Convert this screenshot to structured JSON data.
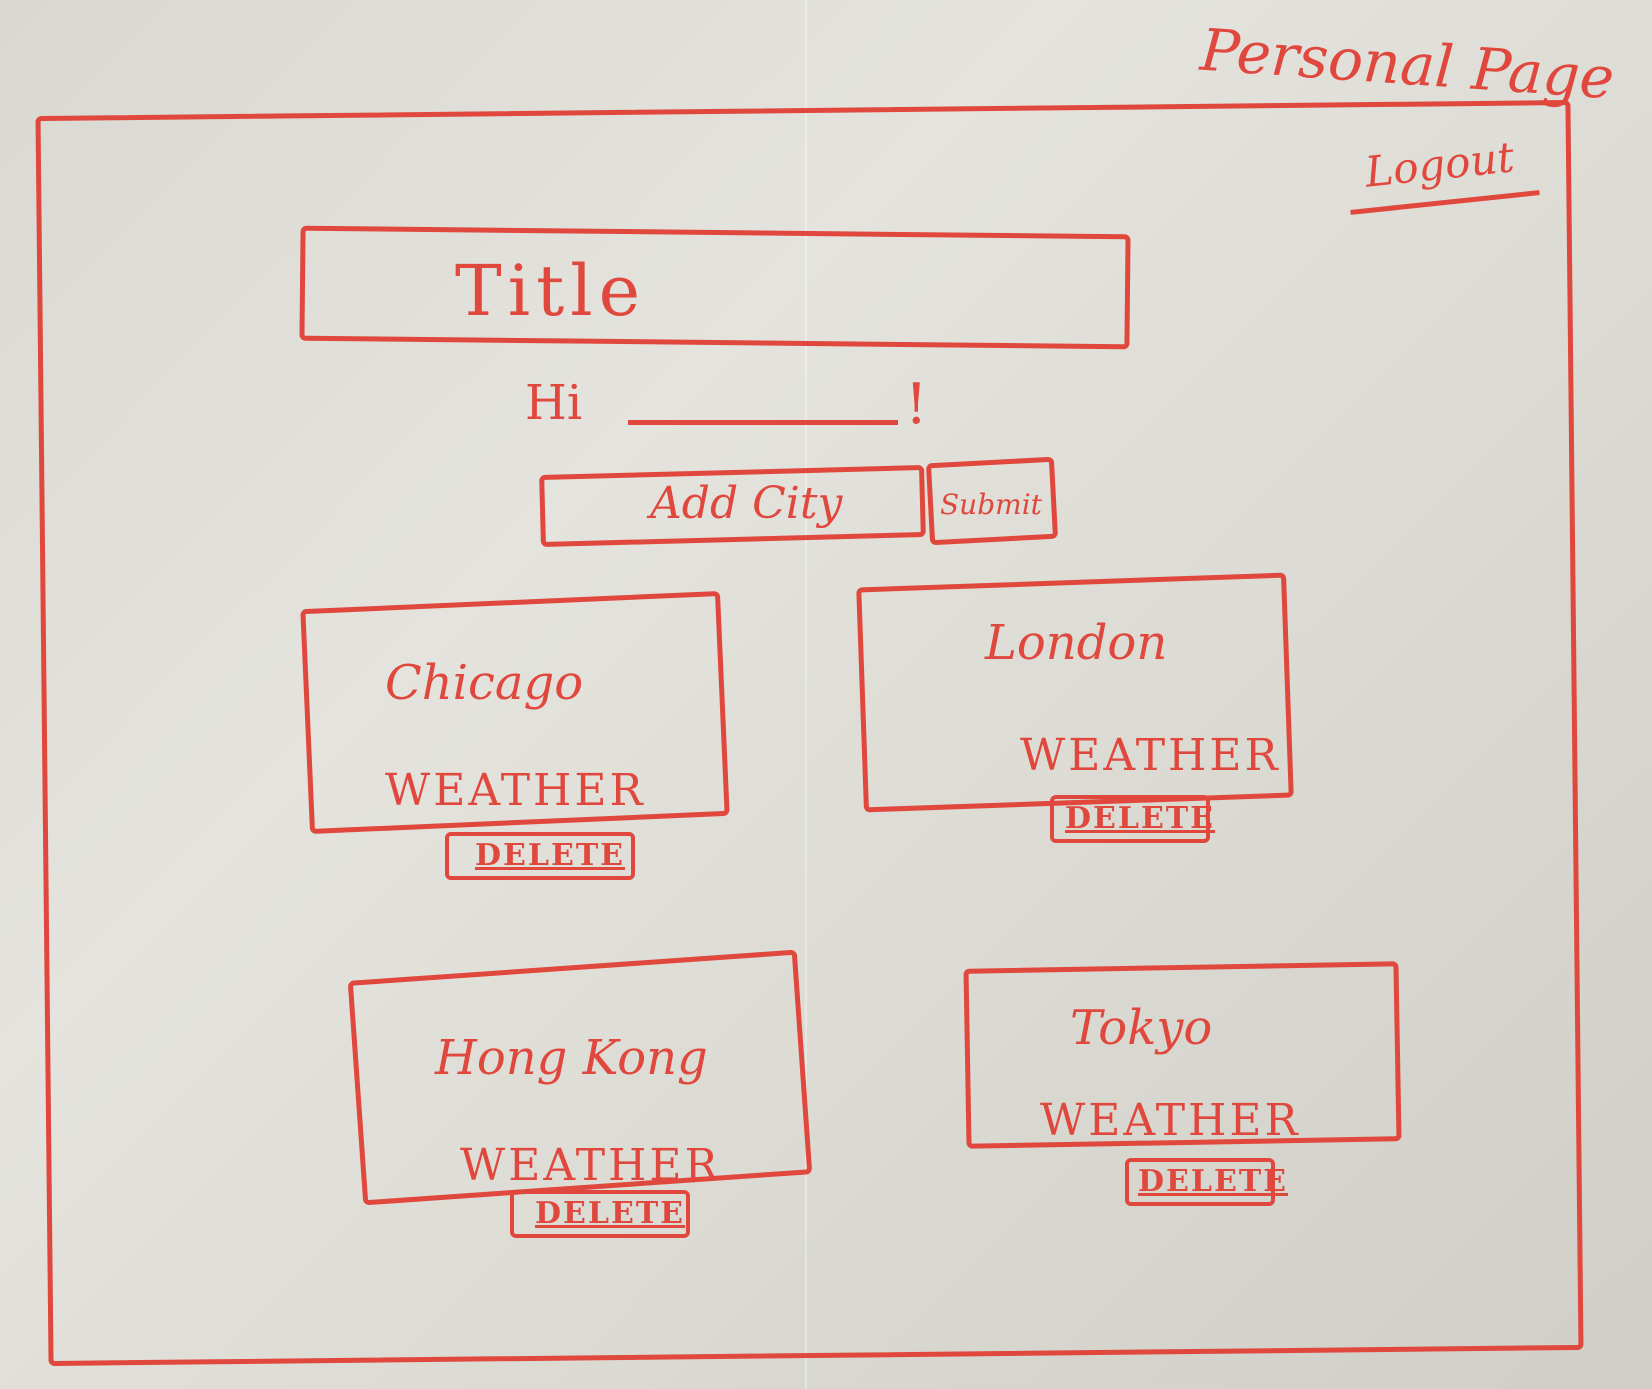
{
  "page_label": "Personal Page",
  "header": {
    "logout_label": "Logout"
  },
  "title": {
    "text": "Title"
  },
  "greeting": {
    "prefix": "Hi",
    "suffix": "!"
  },
  "add_city": {
    "placeholder": "Add City",
    "submit_label": "Submit"
  },
  "cards": [
    {
      "city": "Chicago",
      "weather_label": "WEATHER",
      "delete_label": "DELETE"
    },
    {
      "city": "London",
      "weather_label": "WEATHER",
      "delete_label": "DELETE"
    },
    {
      "city": "Hong Kong",
      "weather_label": "WEATHER",
      "delete_label": "DELETE"
    },
    {
      "city": "Tokyo",
      "weather_label": "WEATHER",
      "delete_label": "DELETE"
    }
  ],
  "colors": {
    "ink": "#e0473d",
    "paper": "#dcdbd4"
  }
}
